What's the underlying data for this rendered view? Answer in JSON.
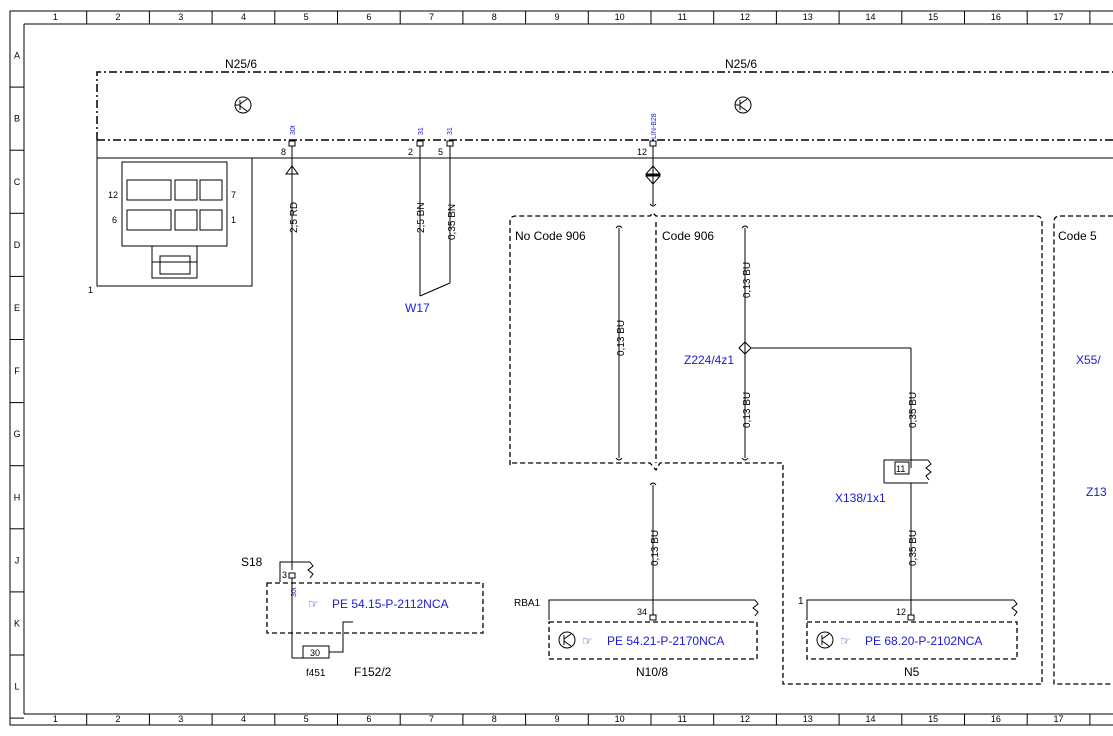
{
  "frame": {
    "columns": [
      "1",
      "2",
      "3",
      "4",
      "5",
      "6",
      "7",
      "8",
      "9",
      "10",
      "11",
      "12",
      "13",
      "14",
      "15",
      "16",
      "17"
    ],
    "rows": [
      "A",
      "B",
      "C",
      "D",
      "E",
      "F",
      "G",
      "H",
      "J",
      "K",
      "L"
    ]
  },
  "components": {
    "n25_6_left": "N25/6",
    "n25_6_right": "N25/6",
    "w17": "W17",
    "z224": "Z224/4z1",
    "x138": "X138/1x1",
    "x55": "X55/",
    "z13": "Z13",
    "s18": "S18",
    "f451": "f451",
    "f152": "F152/2",
    "rba1": "RBA1",
    "n10_8": "N10/8",
    "n5": "N5",
    "n5_pin1": "1",
    "connector_pin1": "1"
  },
  "pins": {
    "p8": "8",
    "p2": "2",
    "p5": "5",
    "p12": "12",
    "p8_sig": "30t",
    "p2_sig": "31",
    "p5_sig": "31",
    "p12_sig": "LIN-B28",
    "s18_pin": "3",
    "s18_sig": "30t",
    "rba1_pin": "34",
    "n5_pin": "12",
    "x138_pin": "11",
    "fuse": "30",
    "conn_12": "12",
    "conn_7": "7",
    "conn_6": "6",
    "conn_1": "1"
  },
  "wires": {
    "w_25rd": "2,5 RD",
    "w_25bn": "2,5 BN",
    "w_035bn": "0,35 BN",
    "w_013bu_a": "0,13 BU",
    "w_013bu_b": "0,13 BU",
    "w_013bu_c": "0,13 BU",
    "w_013bu_d": "0,13 BU",
    "w_035bu_a": "0,35 BU",
    "w_035bu_b": "0,35 BU"
  },
  "codes": {
    "no_code_906": "No Code 906",
    "code_906": "Code 906",
    "code_5": "Code 5"
  },
  "references": {
    "ref_s18": "PE 54.15-P-2112NCA",
    "ref_n10": "PE 54.21-P-2170NCA",
    "ref_n5": "PE 68.20-P-2102NCA"
  },
  "colors": {
    "link": "#1a1adc",
    "line": "#000000"
  },
  "icons": [
    "transistor-icon",
    "pointing-hand-icon"
  ]
}
